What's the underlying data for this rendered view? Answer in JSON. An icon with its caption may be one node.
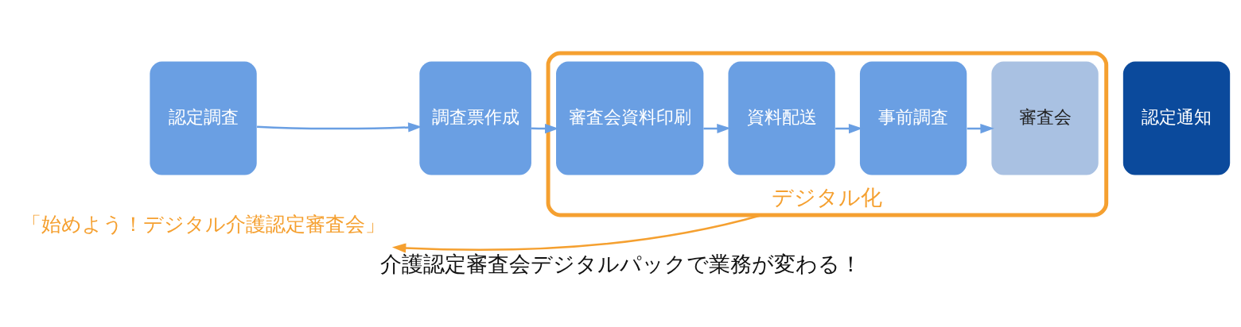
{
  "diagram": {
    "caption": "介護認定審査会デジタルパックで業務が変わる！",
    "nodes": [
      {
        "text": [
          "認定調査"
        ]
      },
      {
        "text": [
          "調査票作成"
        ]
      },
      {
        "text": [
          "デジタル化"
        ]
      },
      {
        "text": [
          "審査会資料印刷"
        ],
        "in": 2
      },
      {
        "text": [
          "資料配送"
        ],
        "in": 2
      },
      {
        "text": [
          "事前調査"
        ],
        "in": 2
      },
      {
        "text": [
          "審査会"
        ],
        "in": 2
      },
      {
        "text": [
          "認定通知"
        ]
      },
      {
        "text": [
          "「始めよう！デジタル介護認定審査会」"
        ]
      }
    ],
    "edges": [
      {
        "from": 0,
        "to": 1,
        "arrow": "to"
      },
      {
        "from": 1,
        "to": 3,
        "arrow": "to"
      },
      {
        "from": 3,
        "to": 4,
        "arrow": "to"
      },
      {
        "from": 4,
        "to": 5,
        "arrow": "to"
      },
      {
        "from": 5,
        "to": 6,
        "arrow": "to"
      },
      {
        "from": 2,
        "to": 8,
        "arrow": "to",
        "color": "#f5a030"
      }
    ]
  }
}
